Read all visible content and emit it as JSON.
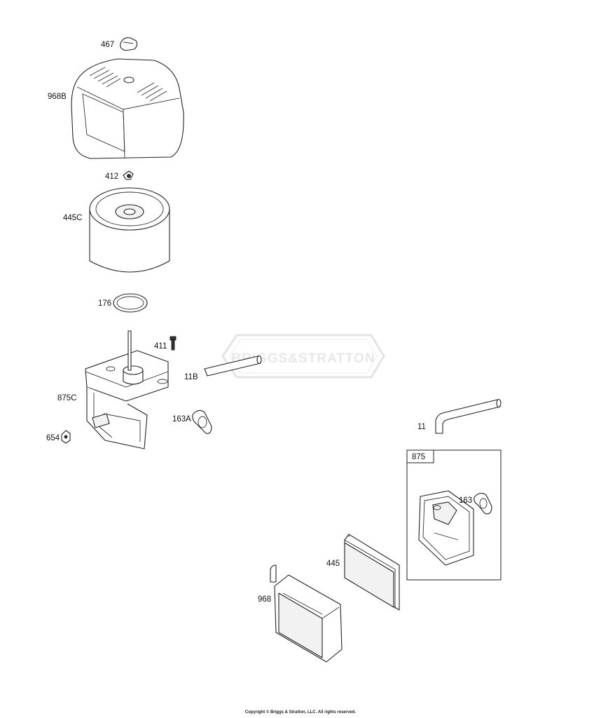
{
  "watermark": "BRIGGS&STRATTON",
  "labels": {
    "p467": "467",
    "p968B": "968B",
    "p412": "412",
    "p445C": "445C",
    "p176": "176",
    "p411": "411",
    "p11B": "11B",
    "p875C": "875C",
    "p163A": "163A",
    "p654": "654",
    "p11": "11",
    "p875": "875",
    "p163": "163",
    "p445": "445",
    "p968": "968"
  },
  "copyright": "Copyright © Briggs & Stratton, LLC. All rights reserved."
}
